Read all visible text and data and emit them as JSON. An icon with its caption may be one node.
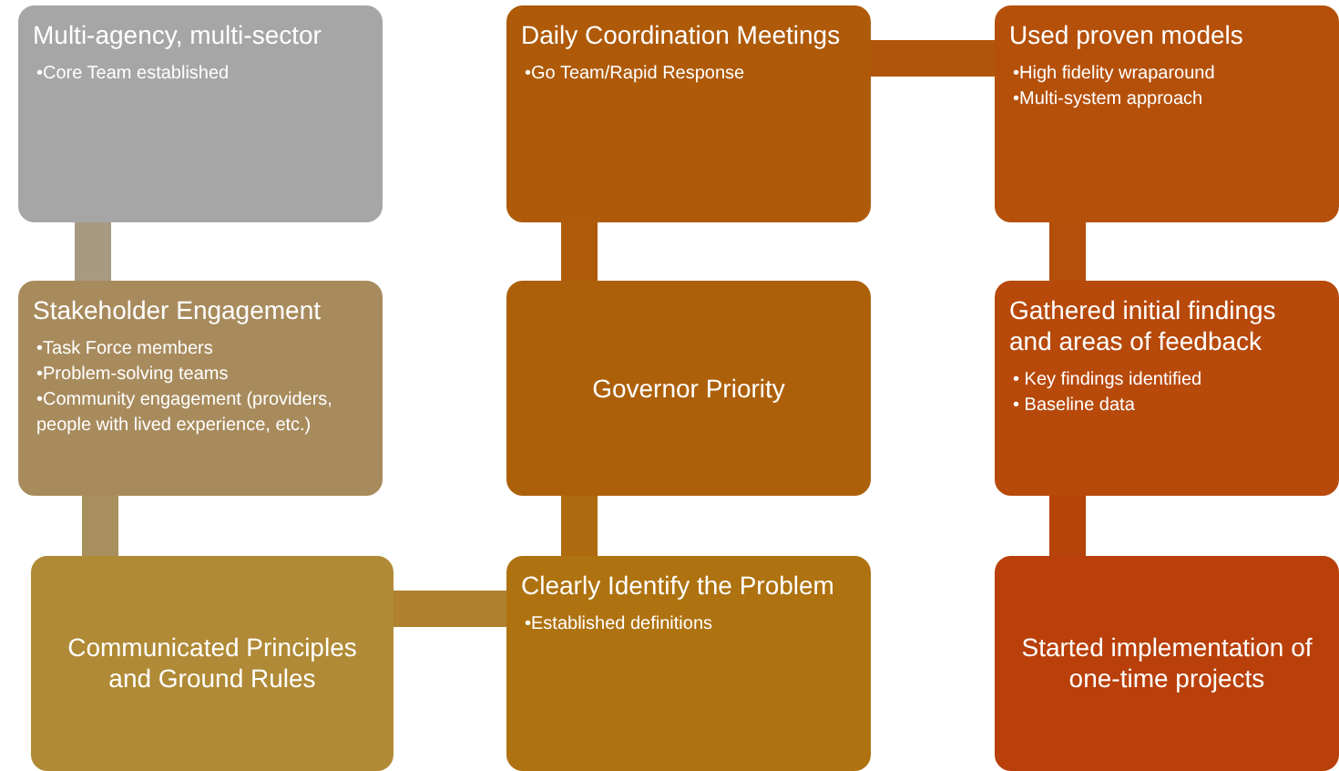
{
  "diagram": {
    "nodes": [
      {
        "text": [
          "Multi-agency, multi-sector",
          "•Core Team established"
        ]
      },
      {
        "text": [
          "Daily Coordination Meetings",
          "•Go Team/Rapid Response"
        ]
      },
      {
        "text": [
          "Used proven models",
          "•High fidelity wraparound",
          "•Multi-system approach"
        ]
      },
      {
        "text": [
          "Stakeholder Engagement",
          "•Task Force members",
          "•Problem-solving teams",
          "•Community engagement (providers, people with lived experience, etc.)"
        ]
      },
      {
        "text": [
          "Governor Priority"
        ]
      },
      {
        "text": [
          "Gathered initial findings and areas of feedback",
          "• Key findings identified",
          "• Baseline data"
        ]
      },
      {
        "text": [
          "Communicated Principles and Ground Rules"
        ]
      },
      {
        "text": [
          "Clearly Identify the Problem",
          "•Established definitions"
        ]
      },
      {
        "text": [
          "Started implementation of one-time projects"
        ]
      }
    ],
    "edges": [
      {
        "from": 0,
        "to": 3,
        "arrow": "none",
        "color": "#a89a80"
      },
      {
        "from": 3,
        "to": 6,
        "arrow": "none",
        "color": "#a8905e"
      },
      {
        "from": 6,
        "to": 7,
        "arrow": "none",
        "color": "#ae8030"
      },
      {
        "from": 7,
        "to": 4,
        "arrow": "none",
        "color": "#ae6a0e"
      },
      {
        "from": 4,
        "to": 1,
        "arrow": "none",
        "color": "#ae5c0a"
      },
      {
        "from": 1,
        "to": 2,
        "arrow": "none",
        "color": "#b0560a"
      },
      {
        "from": 2,
        "to": 5,
        "arrow": "none",
        "color": "#b34e0b"
      },
      {
        "from": 5,
        "to": 8,
        "arrow": "none",
        "color": "#b6430a"
      }
    ]
  }
}
